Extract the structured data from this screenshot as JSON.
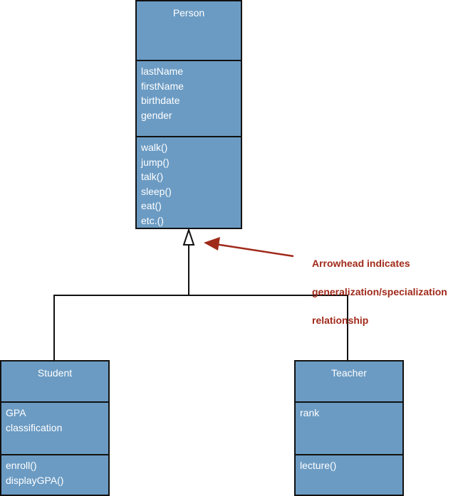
{
  "person": {
    "name": "Person",
    "attributes": [
      "lastName",
      "firstName",
      "birthdate",
      "gender"
    ],
    "methods": [
      "walk()",
      "jump()",
      "talk()",
      "sleep()",
      "eat()",
      "etc.()"
    ]
  },
  "student": {
    "name": "Student",
    "attributes": [
      "GPA",
      "classification"
    ],
    "methods": [
      "enroll()",
      "displayGPA()"
    ]
  },
  "teacher": {
    "name": "Teacher",
    "attributes": [
      "rank"
    ],
    "methods": [
      "lecture()"
    ]
  },
  "annotation": {
    "lines": [
      "Arrowhead indicates",
      "generalization/specialization",
      "relationship"
    ]
  },
  "colors": {
    "class_fill": "#6b9bc3",
    "class_border": "#111111",
    "annotation": "#a02a1a"
  }
}
